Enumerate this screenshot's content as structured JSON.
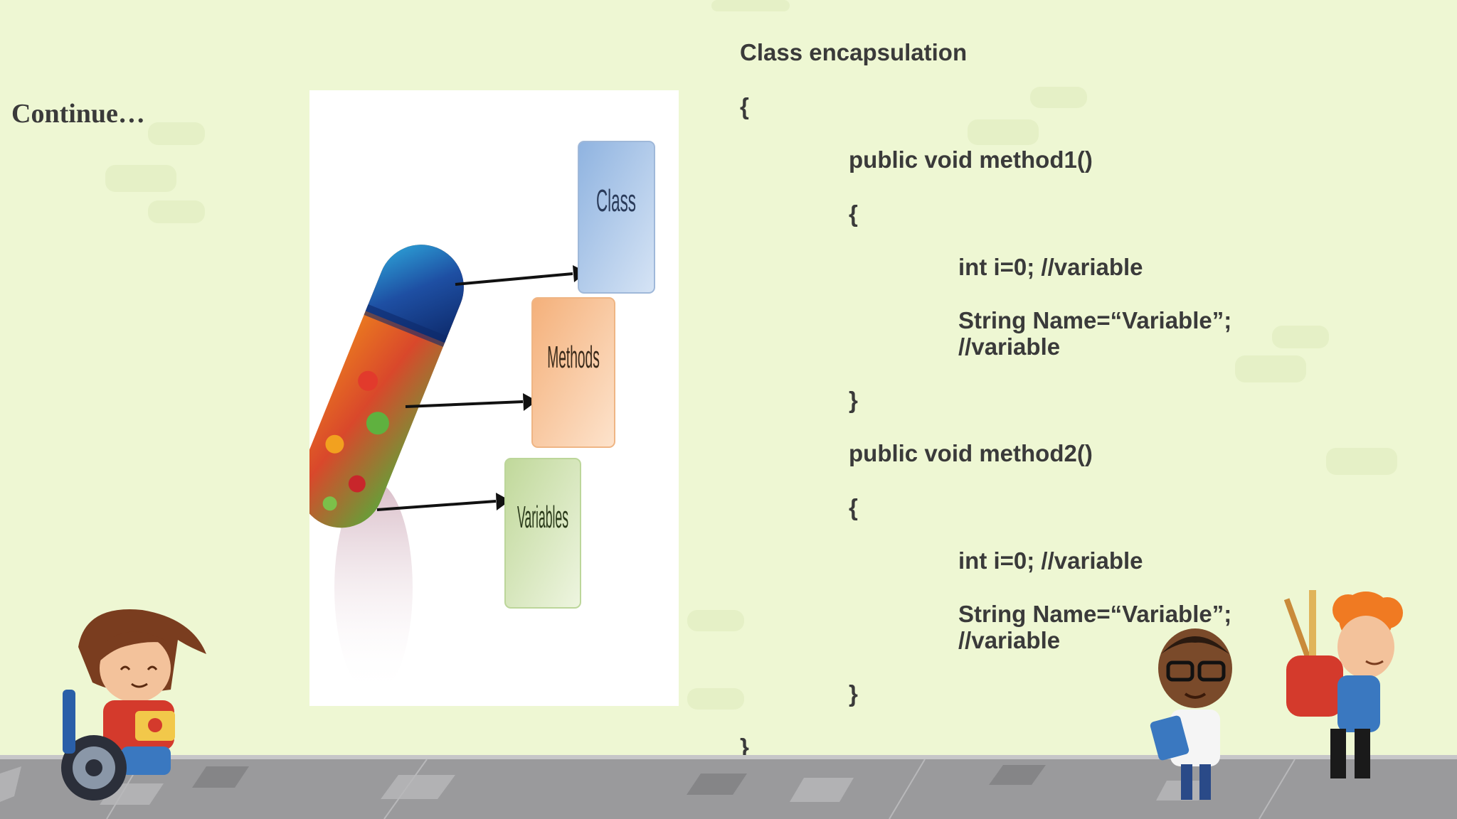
{
  "slide": {
    "title": "Continue…",
    "diagram_labels": {
      "class": "Class",
      "methods": "Methods",
      "variables": "Variables"
    },
    "code_lines": [
      "Class encapsulation",
      "{",
      "public void method1()",
      "{",
      "int i=0; //variable",
      "String Name=“Variable”;",
      "//variable",
      "}",
      "public void method2()",
      "{",
      "int i=0; //variable",
      "String Name=“Variable”;",
      "//variable",
      "}",
      "}"
    ]
  },
  "colors": {
    "background": "#eef7d3",
    "text": "#3a3a3a",
    "class_box": "#a9c4e6",
    "methods_box": "#f6c69a",
    "variables_box": "#d3e3b2",
    "capsule_blue": "#1e4fa3"
  }
}
